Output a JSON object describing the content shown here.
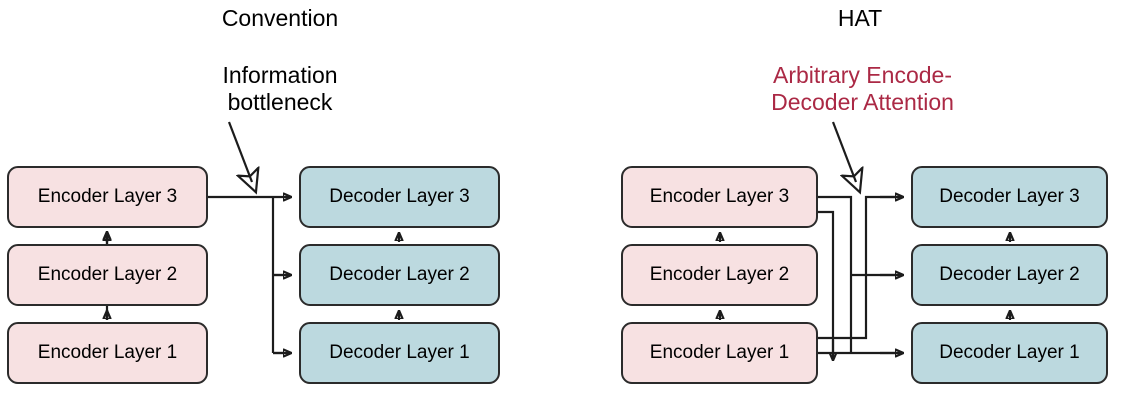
{
  "figure": {
    "kind": "architecture-diagram",
    "panels": [
      {
        "id": "convention",
        "title": "Convention",
        "annotation": "Information\nbottleneck",
        "annotation_color": "#000000",
        "encoder_nodes": [
          "Encoder Layer 3",
          "Encoder Layer 2",
          "Encoder Layer 1"
        ],
        "decoder_nodes": [
          "Decoder Layer 3",
          "Decoder Layer 2",
          "Decoder Layer 1"
        ]
      },
      {
        "id": "hat",
        "title": "HAT",
        "annotation": "Arbitrary Encode-\nDecoder Attention",
        "annotation_color": "#ab2945",
        "encoder_nodes": [
          "Encoder Layer 3",
          "Encoder Layer 2",
          "Encoder Layer 1"
        ],
        "decoder_nodes": [
          "Decoder Layer 3",
          "Decoder Layer 2",
          "Decoder Layer 1"
        ]
      }
    ],
    "colors": {
      "encoder_fill": "#f7e1e2",
      "decoder_fill": "#bcd9df",
      "node_stroke": "#2b2b2b",
      "wire_stroke": "#1c1c1c",
      "accent_red": "#ab2945",
      "text": "#000000",
      "background": "#ffffff"
    }
  }
}
